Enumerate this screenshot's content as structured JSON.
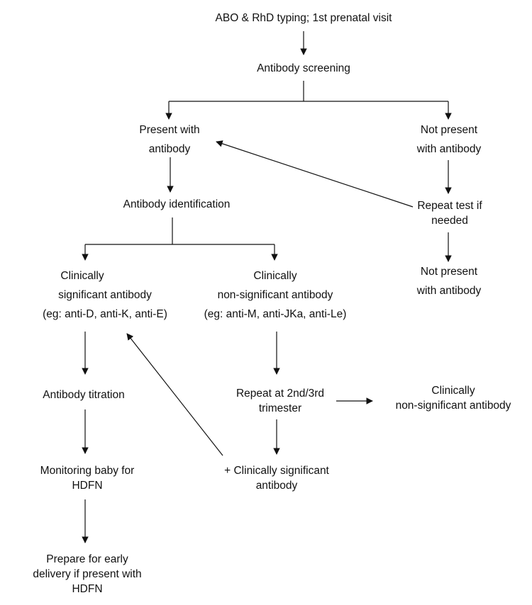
{
  "nodes": {
    "abo_typing": "ABO & RhD typing; 1st prenatal visit",
    "antibody_screening": "Antibody screening",
    "present_with_antibody": [
      "Present with",
      "antibody"
    ],
    "not_present_with_antibody": [
      "Not present",
      "with antibody"
    ],
    "repeat_test_if_needed": [
      "Repeat test if",
      "needed"
    ],
    "not_present_with_antibody_2": [
      "Not present",
      "with antibody"
    ],
    "antibody_identification": "Antibody identification",
    "clinically_significant": [
      "Clinically",
      "significant antibody",
      "(eg: anti-D, anti-K, anti-E)"
    ],
    "clinically_non_significant": [
      "Clinically",
      "non-significant antibody",
      "(eg: anti-M, anti-JKa, anti-Le)"
    ],
    "antibody_titration": "Antibody titration",
    "repeat_trimester": [
      "Repeat at 2nd/3rd",
      "trimester"
    ],
    "clinically_non_significant_2": [
      "Clinically",
      "non-significant antibody"
    ],
    "plus_clinically_significant": [
      "+ Clinically significant",
      "antibody"
    ],
    "monitoring_baby": [
      "Monitoring baby for",
      "HDFN"
    ],
    "prepare_early_delivery": [
      "Prepare for early",
      "delivery if present with",
      "HDFN"
    ]
  }
}
